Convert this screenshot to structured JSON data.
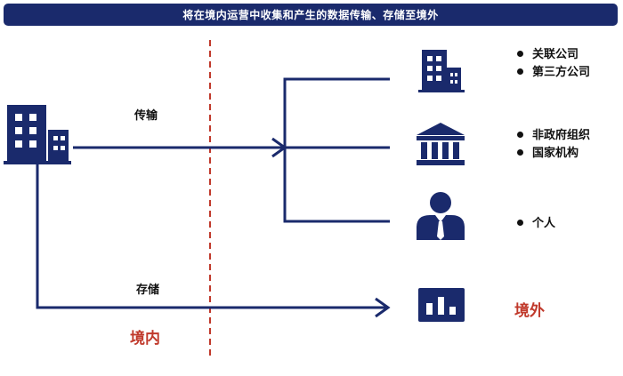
{
  "header": {
    "title": "将在境内运营中收集和产生的数据传输、存储至境外"
  },
  "labels": {
    "transfer": "传输",
    "storage": "存储"
  },
  "regions": {
    "domestic": "境内",
    "overseas": "境外"
  },
  "recipients": [
    {
      "icon": "office-building-icon",
      "items": [
        "关联公司",
        "第三方公司"
      ]
    },
    {
      "icon": "government-building-icon",
      "items": [
        "非政府组织",
        "国家机构"
      ]
    },
    {
      "icon": "person-icon",
      "items": [
        "个人"
      ]
    }
  ],
  "icons": {
    "source": "office-building-icon",
    "storage_target": "server-icon"
  },
  "colors": {
    "navy": "#1a2a6c",
    "red_accent": "#c0392b",
    "text": "#111111",
    "background": "#ffffff"
  }
}
